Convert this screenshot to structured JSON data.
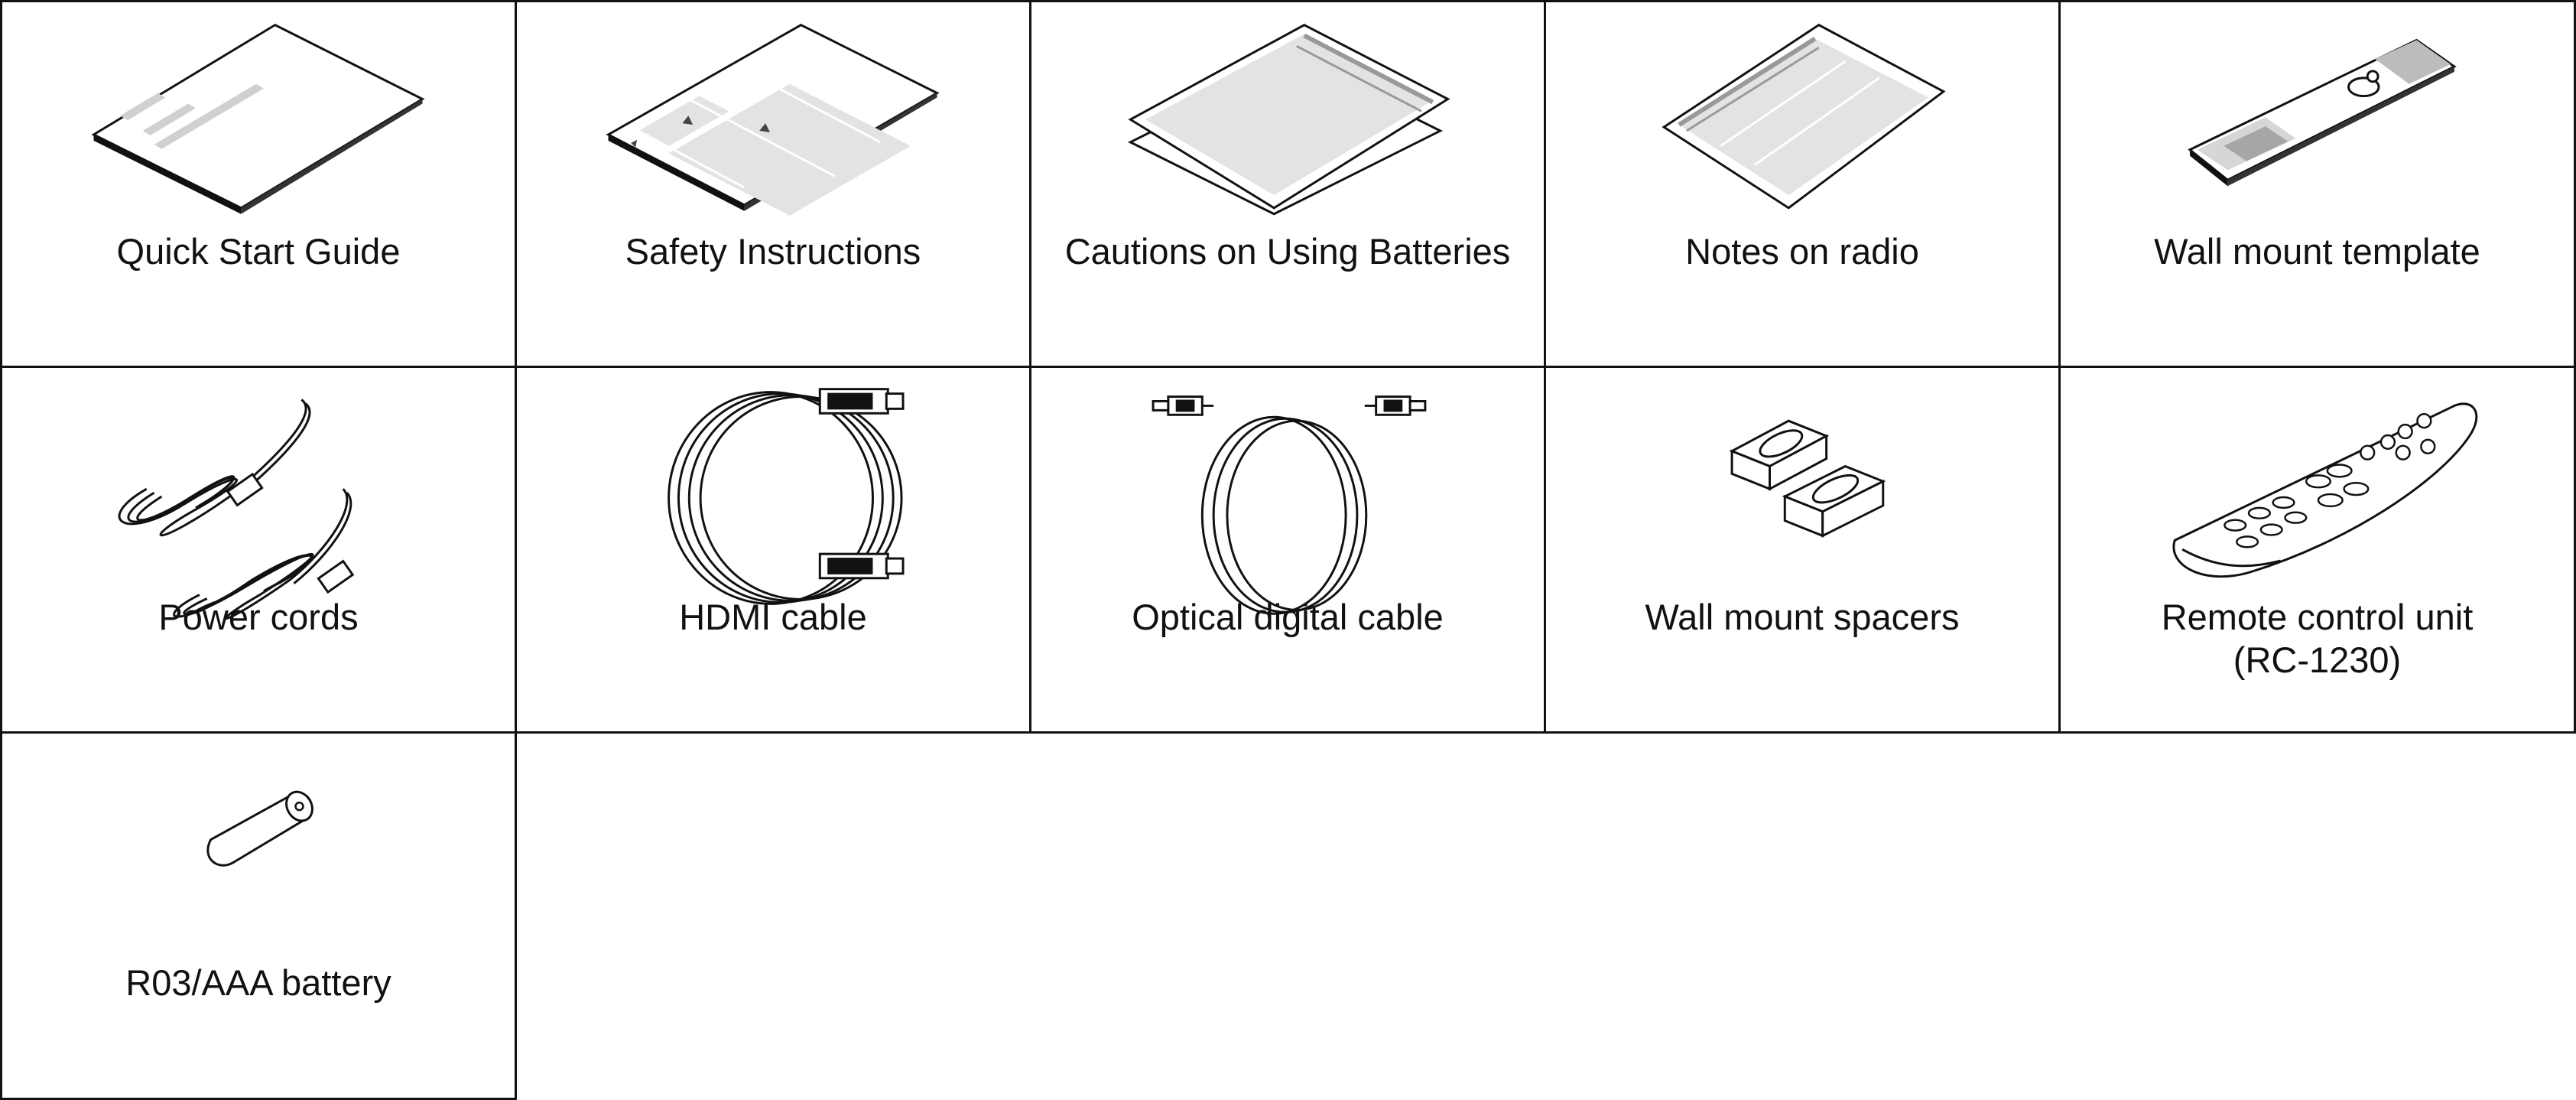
{
  "items": [
    {
      "label": "Quick Start Guide",
      "icon": "quick-start-guide-icon"
    },
    {
      "label": "Safety Instructions",
      "icon": "safety-instructions-icon"
    },
    {
      "label": "Cautions on Using Batteries",
      "icon": "cautions-batteries-icon"
    },
    {
      "label": "Notes on radio",
      "icon": "notes-radio-icon"
    },
    {
      "label": "Wall mount template",
      "icon": "wall-mount-template-icon"
    },
    {
      "label": "Power cords",
      "icon": "power-cords-icon"
    },
    {
      "label": "HDMI cable",
      "icon": "hdmi-cable-icon"
    },
    {
      "label": "Optical digital cable",
      "icon": "optical-cable-icon"
    },
    {
      "label": "Wall mount spacers",
      "icon": "wall-mount-spacers-icon"
    },
    {
      "label": "Remote control unit",
      "label2": "(RC-1230)",
      "icon": "remote-control-icon"
    },
    {
      "label": "R03/AAA battery",
      "icon": "battery-icon"
    }
  ],
  "colors": {
    "line": "#111111",
    "fill_gray": "#d9d9d9",
    "fill_dark": "#a6a6a6"
  }
}
